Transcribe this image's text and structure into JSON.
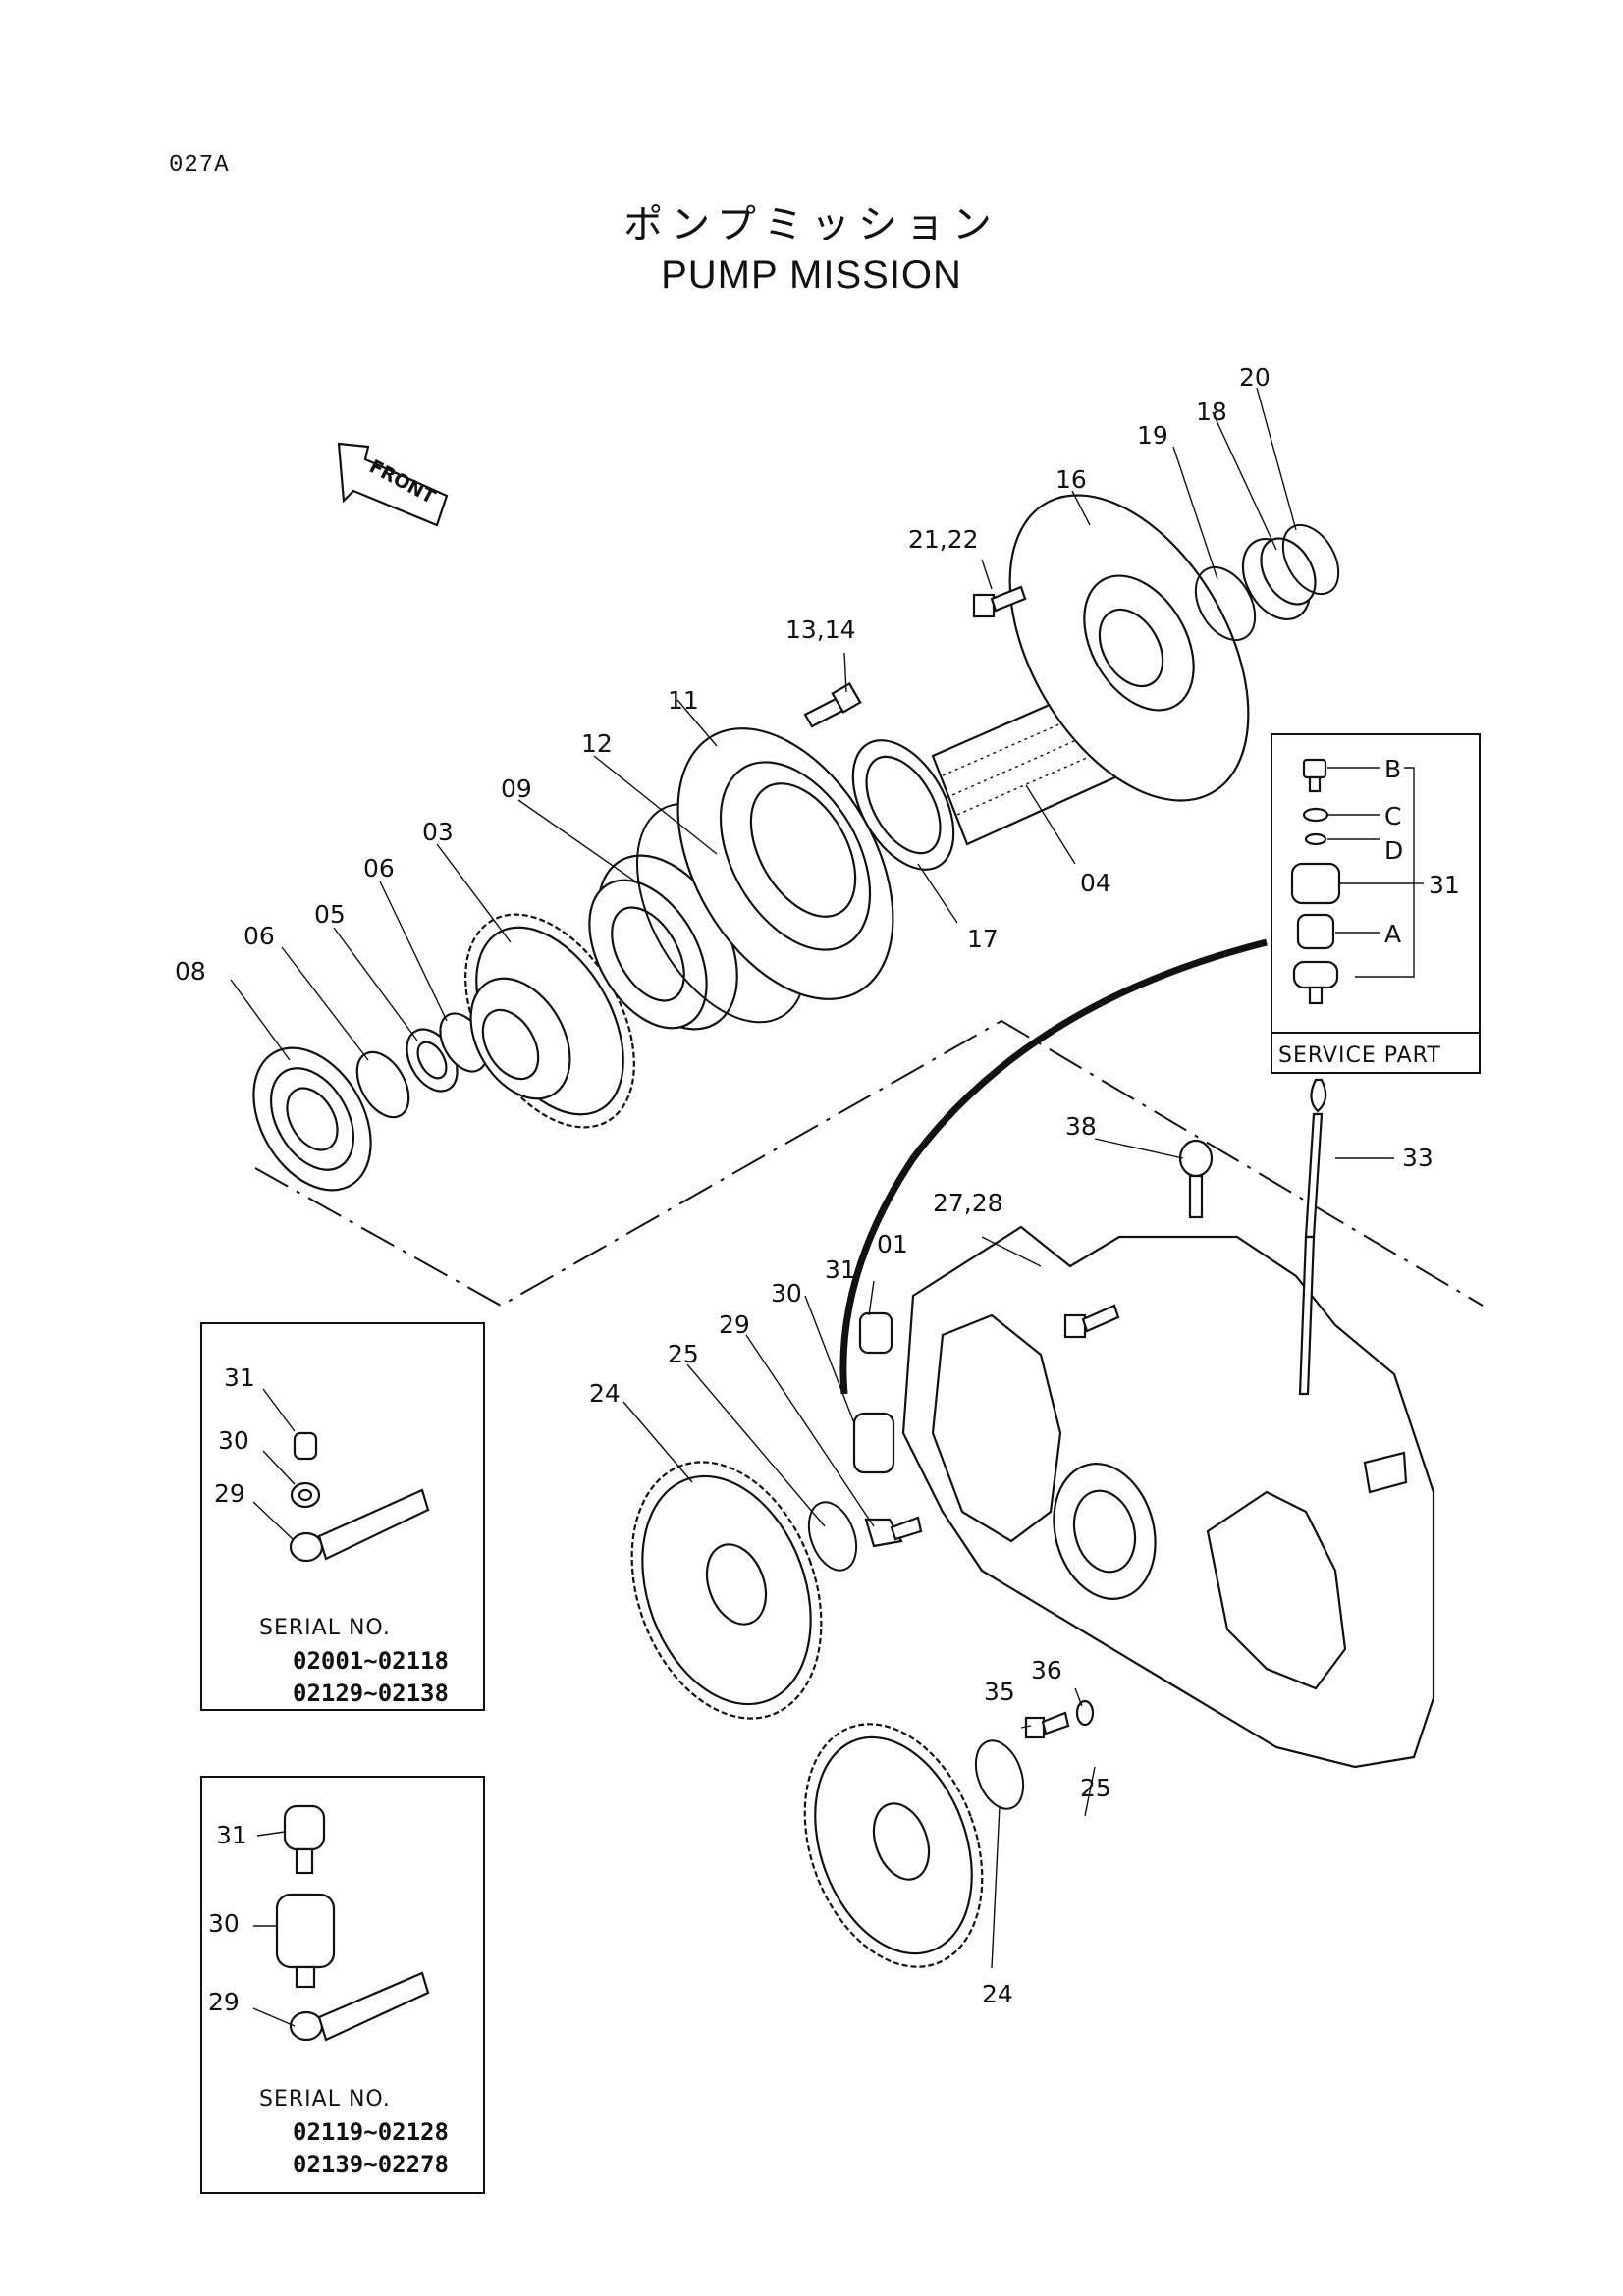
{
  "page_code": "027A",
  "title_jp": "ポンプミッション",
  "title_en": "PUMP MISSION",
  "front_label": "FRONT",
  "callouts": {
    "c01": "01",
    "c03": "03",
    "c04": "04",
    "c05": "05",
    "c06a": "06",
    "c06b": "06",
    "c08": "08",
    "c09": "09",
    "c11": "11",
    "c12": "12",
    "c13_14": "13,14",
    "c16": "16",
    "c17": "17",
    "c18": "18",
    "c19": "19",
    "c20": "20",
    "c21_22": "21,22",
    "c24a": "24",
    "c24b": "24",
    "c25a": "25",
    "c25b": "25",
    "c27_28": "27,28",
    "c29": "29",
    "c30": "30",
    "c31": "31",
    "c33": "33",
    "c35": "35",
    "c36": "36",
    "c38": "38"
  },
  "service_part": {
    "title": "SERVICE PART",
    "labels": {
      "b": "B",
      "c": "C",
      "d": "D",
      "a": "A",
      "n31": "31"
    }
  },
  "serial_box_1": {
    "labels": {
      "n31": "31",
      "n30": "30",
      "n29": "29"
    },
    "serial_label": "SERIAL NO.",
    "range_1": "02001~02118",
    "range_2": "02129~02138"
  },
  "serial_box_2": {
    "labels": {
      "n31": "31",
      "n30": "30",
      "n29": "29"
    },
    "serial_label": "SERIAL NO.",
    "range_1": "02119~02128",
    "range_2": "02139~02278"
  }
}
